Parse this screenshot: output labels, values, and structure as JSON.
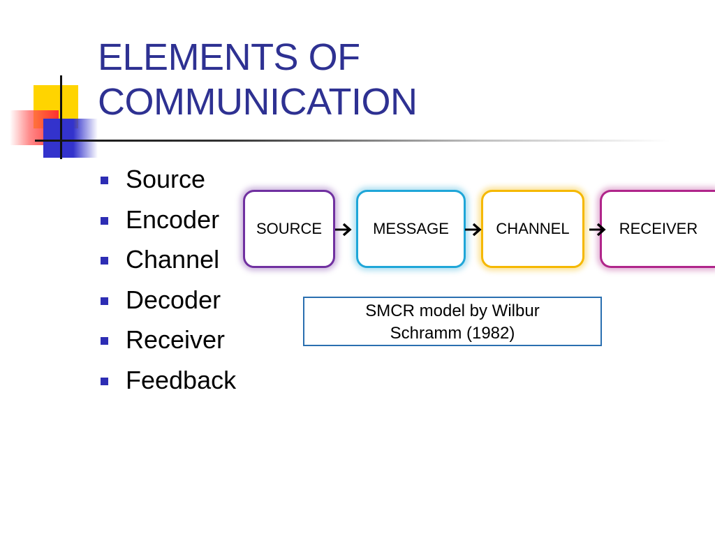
{
  "title": {
    "line1": "ELEMENTS OF",
    "line2": "COMMUNICATION"
  },
  "bullets": [
    "Source",
    "Encoder",
    "Channel",
    "Decoder",
    "Receiver",
    "Feedback"
  ],
  "diagram": {
    "nodes": [
      "SOURCE",
      "MESSAGE",
      "CHANNEL",
      "RECEIVER"
    ],
    "caption_line1": "SMCR model by Wilbur",
    "caption_line2": "Schramm (1982)"
  },
  "colors": {
    "title": "#2e3192",
    "bullet": "#2d2db4",
    "source_border": "#7030a0",
    "message_border": "#1fa6d8",
    "channel_border": "#f5b800",
    "receiver_border": "#b0258a",
    "caption_border": "#2a6fb0"
  }
}
